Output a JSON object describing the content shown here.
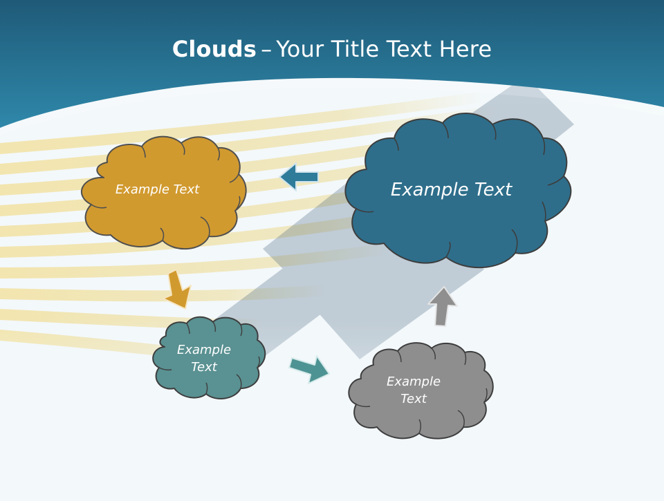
{
  "title": {
    "bold": "Clouds",
    "dash": "–",
    "rest": "Your Title Text Here"
  },
  "clouds": [
    {
      "name": "cloud-top-right",
      "label": "Example Text",
      "color": "#2e6e8b"
    },
    {
      "name": "cloud-top-left",
      "label": "Example Text",
      "color": "#d19a2f"
    },
    {
      "name": "cloud-bottom-left",
      "label": "Example Text",
      "color": "#5a9192"
    },
    {
      "name": "cloud-bottom-right",
      "label": "Example Text",
      "color": "#8e8e8e"
    }
  ],
  "arrows": [
    {
      "name": "arrow-left",
      "color": "#2f7b9a",
      "direction": "left"
    },
    {
      "name": "arrow-down",
      "color": "#d19a2f",
      "direction": "down"
    },
    {
      "name": "arrow-right",
      "color": "#4e9393",
      "direction": "right"
    },
    {
      "name": "arrow-up",
      "color": "#8f8f8f",
      "direction": "up"
    }
  ],
  "colors": {
    "header_dark": "#1f5f7c",
    "header_light": "#2f87a8",
    "background": "#f3f8fb",
    "cable_yellow": "#e8c74a"
  }
}
